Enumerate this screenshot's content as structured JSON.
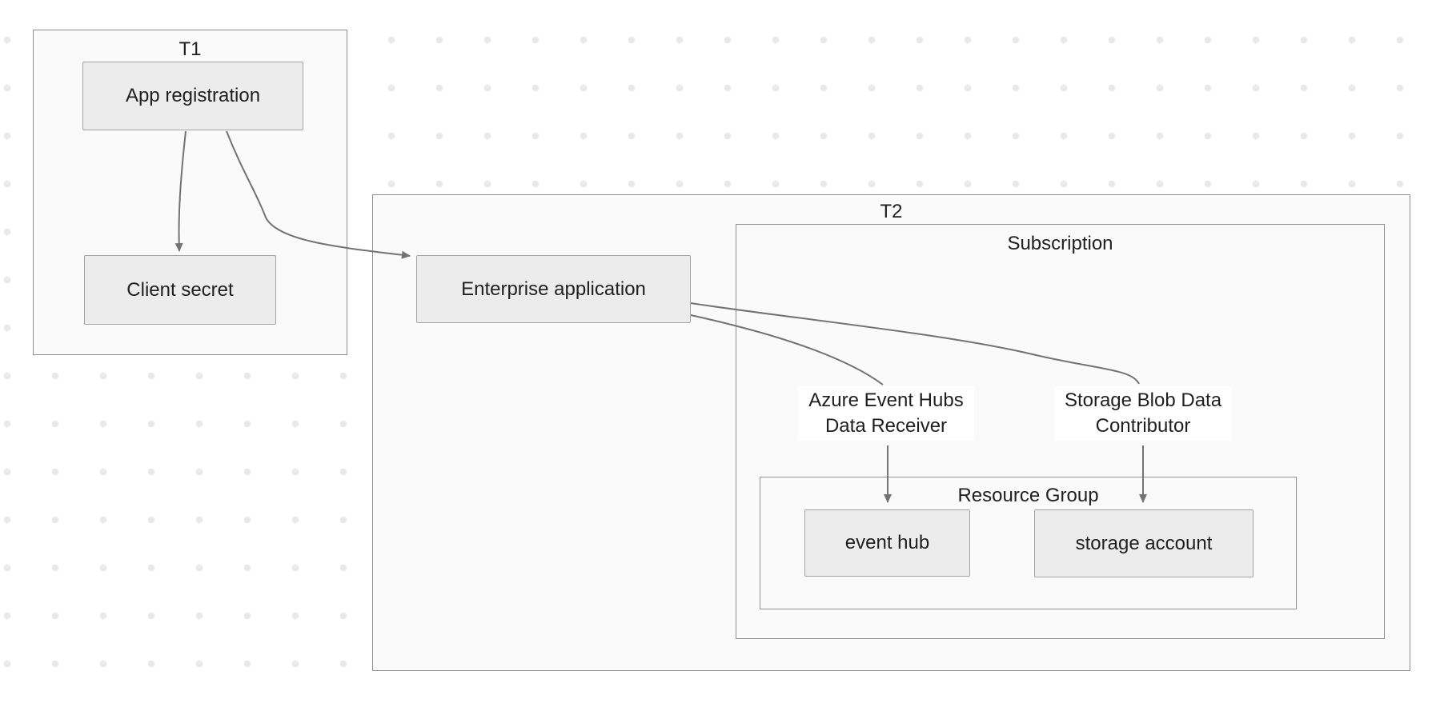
{
  "diagram": {
    "clusters": {
      "t1": {
        "label": "T1"
      },
      "t2": {
        "label": "T2"
      },
      "subscription": {
        "label": "Subscription"
      },
      "resource_group": {
        "label": "Resource Group"
      }
    },
    "nodes": {
      "app_registration": {
        "label": "App registration"
      },
      "client_secret": {
        "label": "Client secret"
      },
      "enterprise_application": {
        "label": "Enterprise application"
      },
      "event_hub": {
        "label": "event hub"
      },
      "storage_account": {
        "label": "storage account"
      }
    },
    "edge_labels": {
      "event_hubs_role": {
        "line1": "Azure Event Hubs",
        "line2": "Data Receiver"
      },
      "storage_role": {
        "line1": "Storage Blob Data",
        "line2": "Contributor"
      }
    },
    "edges": [
      {
        "from": "app_registration",
        "to": "client_secret"
      },
      {
        "from": "app_registration",
        "to": "enterprise_application"
      },
      {
        "from": "enterprise_application",
        "to": "event_hub",
        "label": "Azure Event Hubs Data Receiver"
      },
      {
        "from": "enterprise_application",
        "to": "storage_account",
        "label": "Storage Blob Data Contributor"
      }
    ]
  },
  "theme": {
    "node_fill": "#ececec",
    "node_border": "#a3a3a3",
    "cluster_fill": "#fafafa",
    "cluster_border": "#8f8f8f",
    "edge_color": "#737373",
    "text_color": "#1f1f1f",
    "dot_color": "#e9e9e9",
    "edge_label_bg": "#ffffff"
  }
}
